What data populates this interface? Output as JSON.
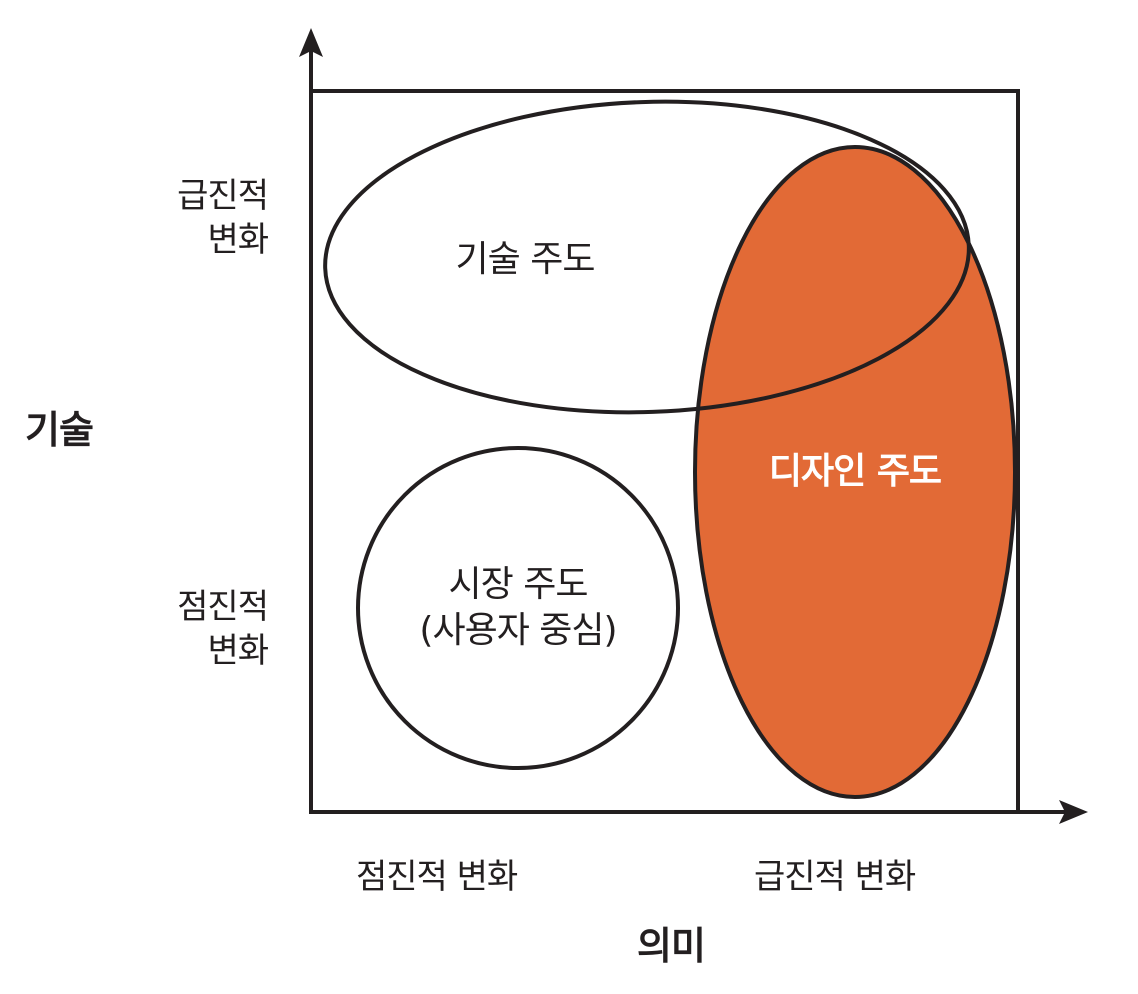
{
  "colors": {
    "stroke": "#231f20",
    "design_fill": "#e26a36",
    "background": "#ffffff",
    "inverse_text": "#ffffff"
  },
  "axes": {
    "y_title": "기술",
    "x_title": "의미",
    "y_ticks": {
      "high_line1": "급진적",
      "high_line2": "변화",
      "low_line1": "점진적",
      "low_line2": "변화"
    },
    "x_ticks": {
      "low": "점진적 변화",
      "high": "급진적 변화"
    }
  },
  "regions": {
    "technology": {
      "label": "기술 주도",
      "shape": "ellipse",
      "fill": "none"
    },
    "market": {
      "label_line1": "시장 주도",
      "label_line2": "(사용자 중심)",
      "shape": "circle",
      "fill": "none"
    },
    "design": {
      "label": "디자인 주도",
      "shape": "ellipse",
      "fill": "#e26a36"
    }
  }
}
